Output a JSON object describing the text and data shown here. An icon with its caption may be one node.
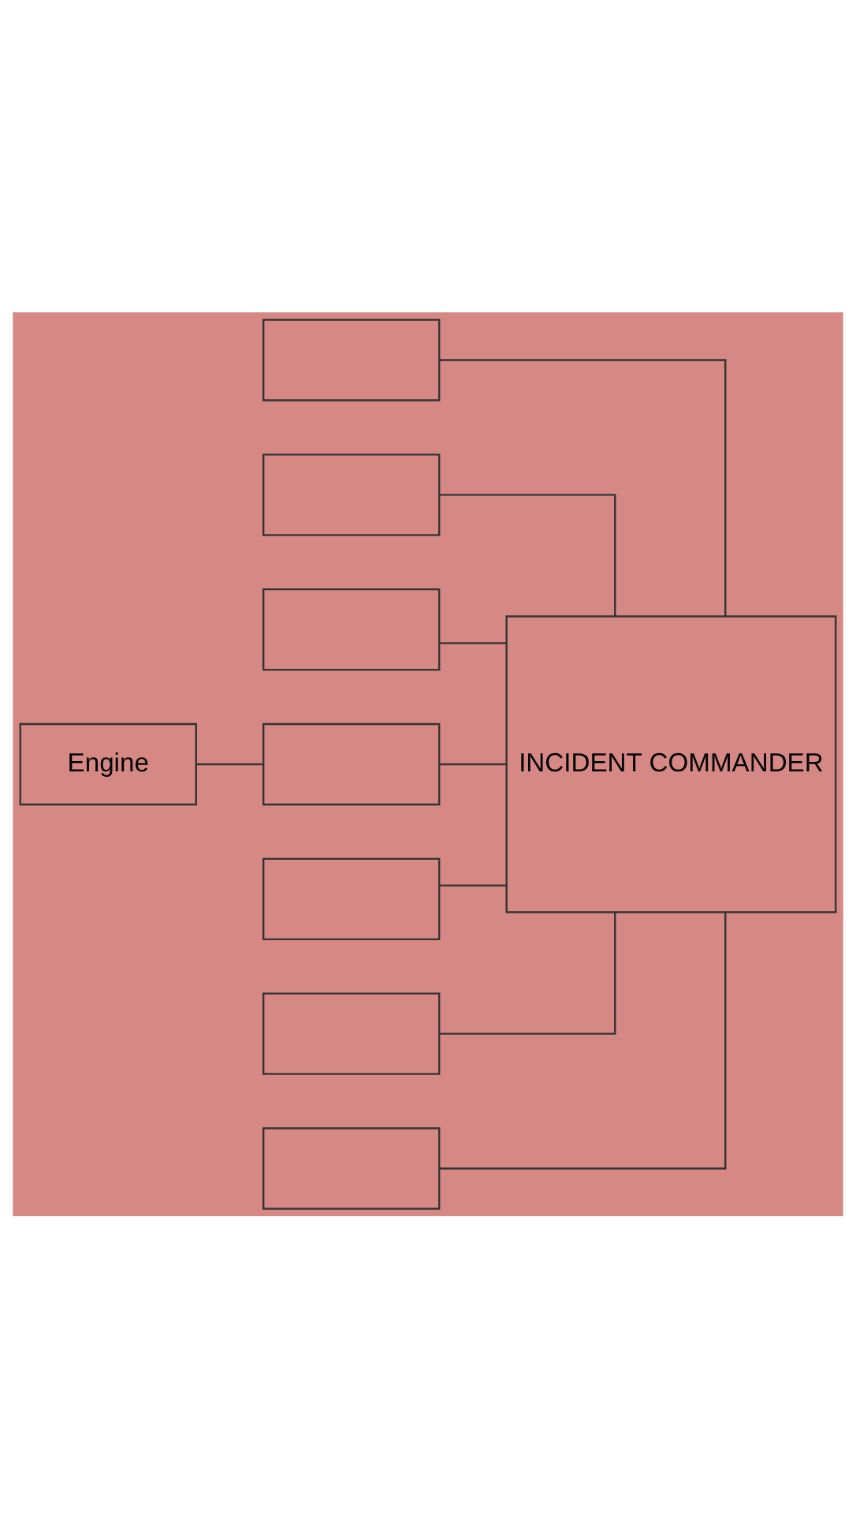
{
  "diagram": {
    "nodes": [
      {
        "text": [
          "INCIDENT COMMANDER"
        ]
      },
      {
        "text": [],
        "shape": "box"
      },
      {
        "text": [],
        "shape": "box"
      },
      {
        "text": [],
        "shape": "box"
      },
      {
        "text": [],
        "shape": "box"
      },
      {
        "text": [],
        "shape": "box"
      },
      {
        "text": [],
        "shape": "box"
      },
      {
        "text": [],
        "shape": "box"
      },
      {
        "text": [
          "Engine"
        ]
      }
    ],
    "edges": [
      {
        "from": 0,
        "to": 1,
        "arrow": "none"
      },
      {
        "from": 0,
        "to": 2,
        "arrow": "none"
      },
      {
        "from": 0,
        "to": 3,
        "arrow": "none"
      },
      {
        "from": 0,
        "to": 4,
        "arrow": "none"
      },
      {
        "from": 0,
        "to": 5,
        "arrow": "none"
      },
      {
        "from": 0,
        "to": 6,
        "arrow": "none"
      },
      {
        "from": 0,
        "to": 7,
        "arrow": "none"
      },
      {
        "from": 4,
        "to": 8,
        "arrow": "none"
      }
    ]
  }
}
